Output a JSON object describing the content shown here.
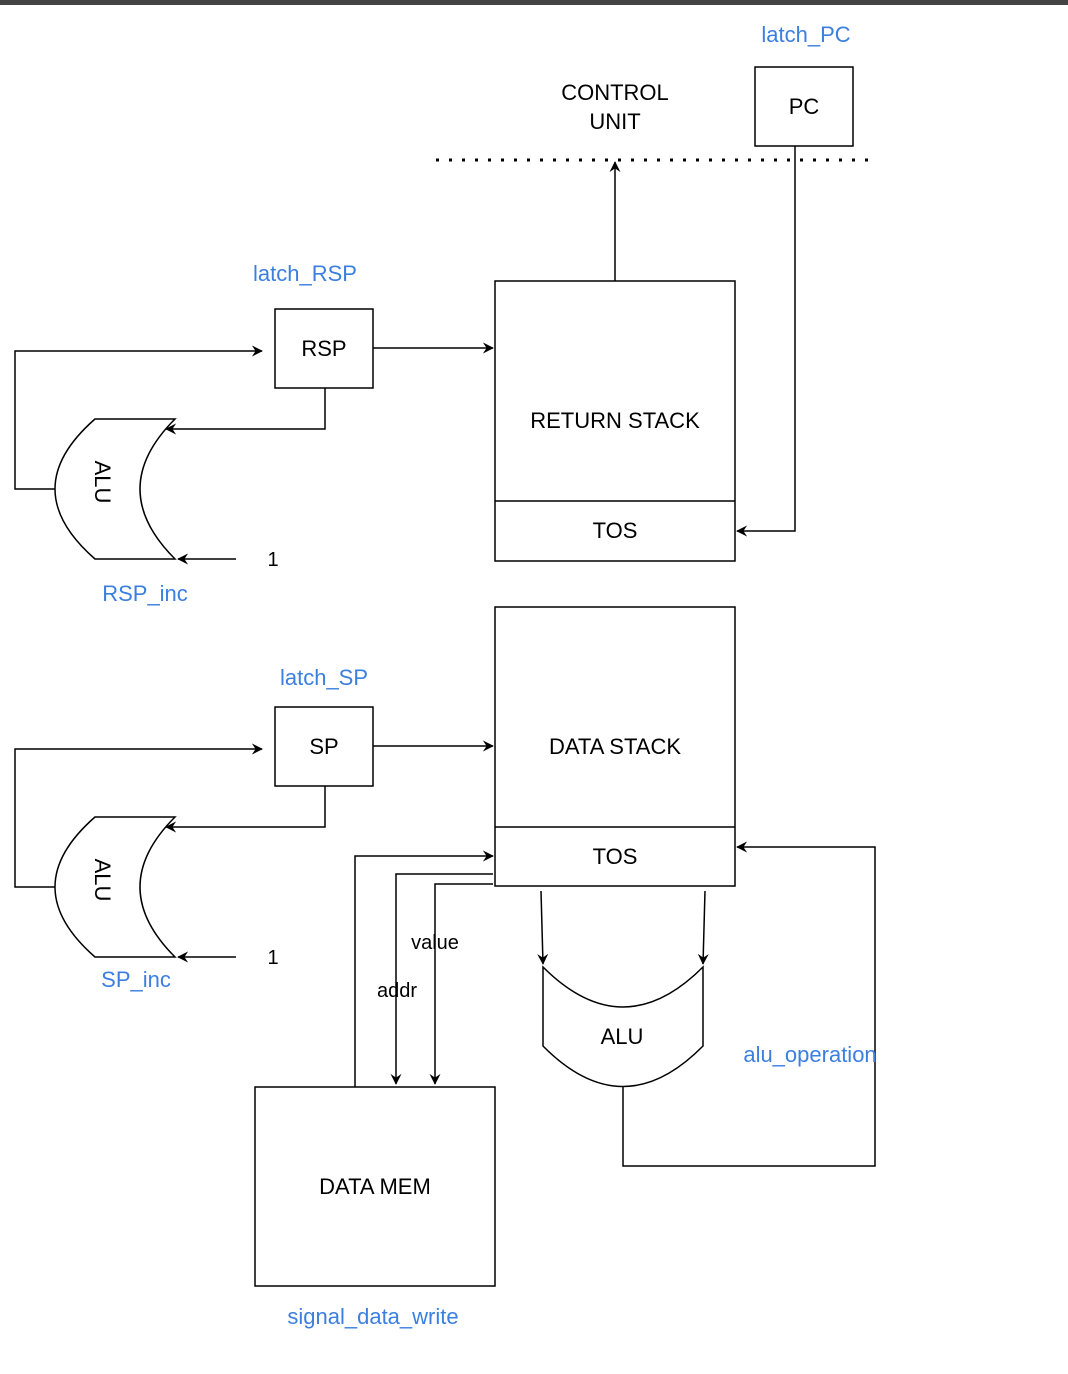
{
  "diagram": {
    "control_unit": {
      "line1": "CONTROL",
      "line2": "UNIT"
    },
    "pc": {
      "label": "PC",
      "signal": "latch_PC"
    },
    "rsp": {
      "label": "RSP",
      "signal": "latch_RSP"
    },
    "return_stack": {
      "label": "RETURN STACK",
      "tos": "TOS"
    },
    "rsp_alu": {
      "label": "ALU",
      "signal": "RSP_inc",
      "const": "1"
    },
    "sp": {
      "label": "SP",
      "signal": "latch_SP"
    },
    "data_stack": {
      "label": "DATA STACK",
      "tos": "TOS"
    },
    "sp_alu": {
      "label": "ALU",
      "signal": "SP_inc",
      "const": "1"
    },
    "data_mem": {
      "label": "DATA MEM",
      "signal": "signal_data_write"
    },
    "bus_labels": {
      "value": "value",
      "addr": "addr"
    },
    "main_alu": {
      "label": "ALU",
      "signal": "alu_operation"
    }
  },
  "colors": {
    "signal": "#3b7fdf",
    "line": "#000000",
    "topbar": "#444444"
  }
}
